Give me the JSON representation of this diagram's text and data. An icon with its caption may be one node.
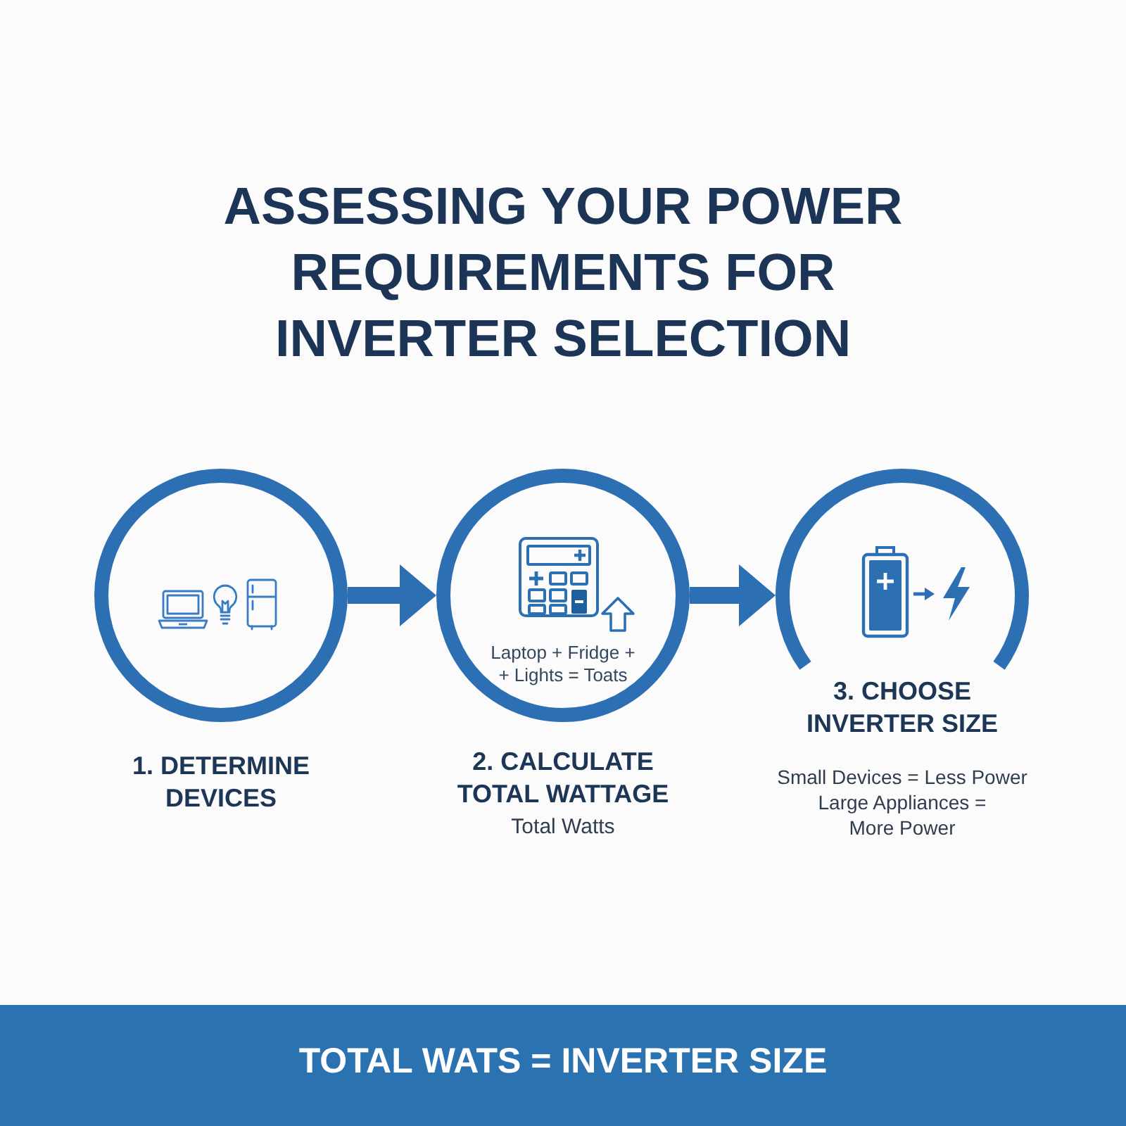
{
  "diagram": {
    "title": "ASSESSING YOUR POWER REQUIREMENTS FOR INVERTER SELECTION",
    "nodes": [
      {
        "text": [
          "1. DETERMINE DEVICES"
        ]
      },
      {
        "text": [
          "Laptop + Fridge + + Lights = Toats",
          "2. CALCULATE TOTAL WATTAGE",
          "Total Watts"
        ]
      },
      {
        "text": [
          "3. CHOOSE INVERTER SIZE",
          "Small Devices = Less Power",
          "Large Appliances = More Power"
        ]
      },
      {
        "text": [
          "TOTAL WATS = INVERTER SIZE"
        ]
      }
    ],
    "edges": [
      {
        "from": 0,
        "to": 1,
        "arrow": "to"
      },
      {
        "from": 1,
        "to": 2,
        "arrow": "to"
      }
    ]
  }
}
